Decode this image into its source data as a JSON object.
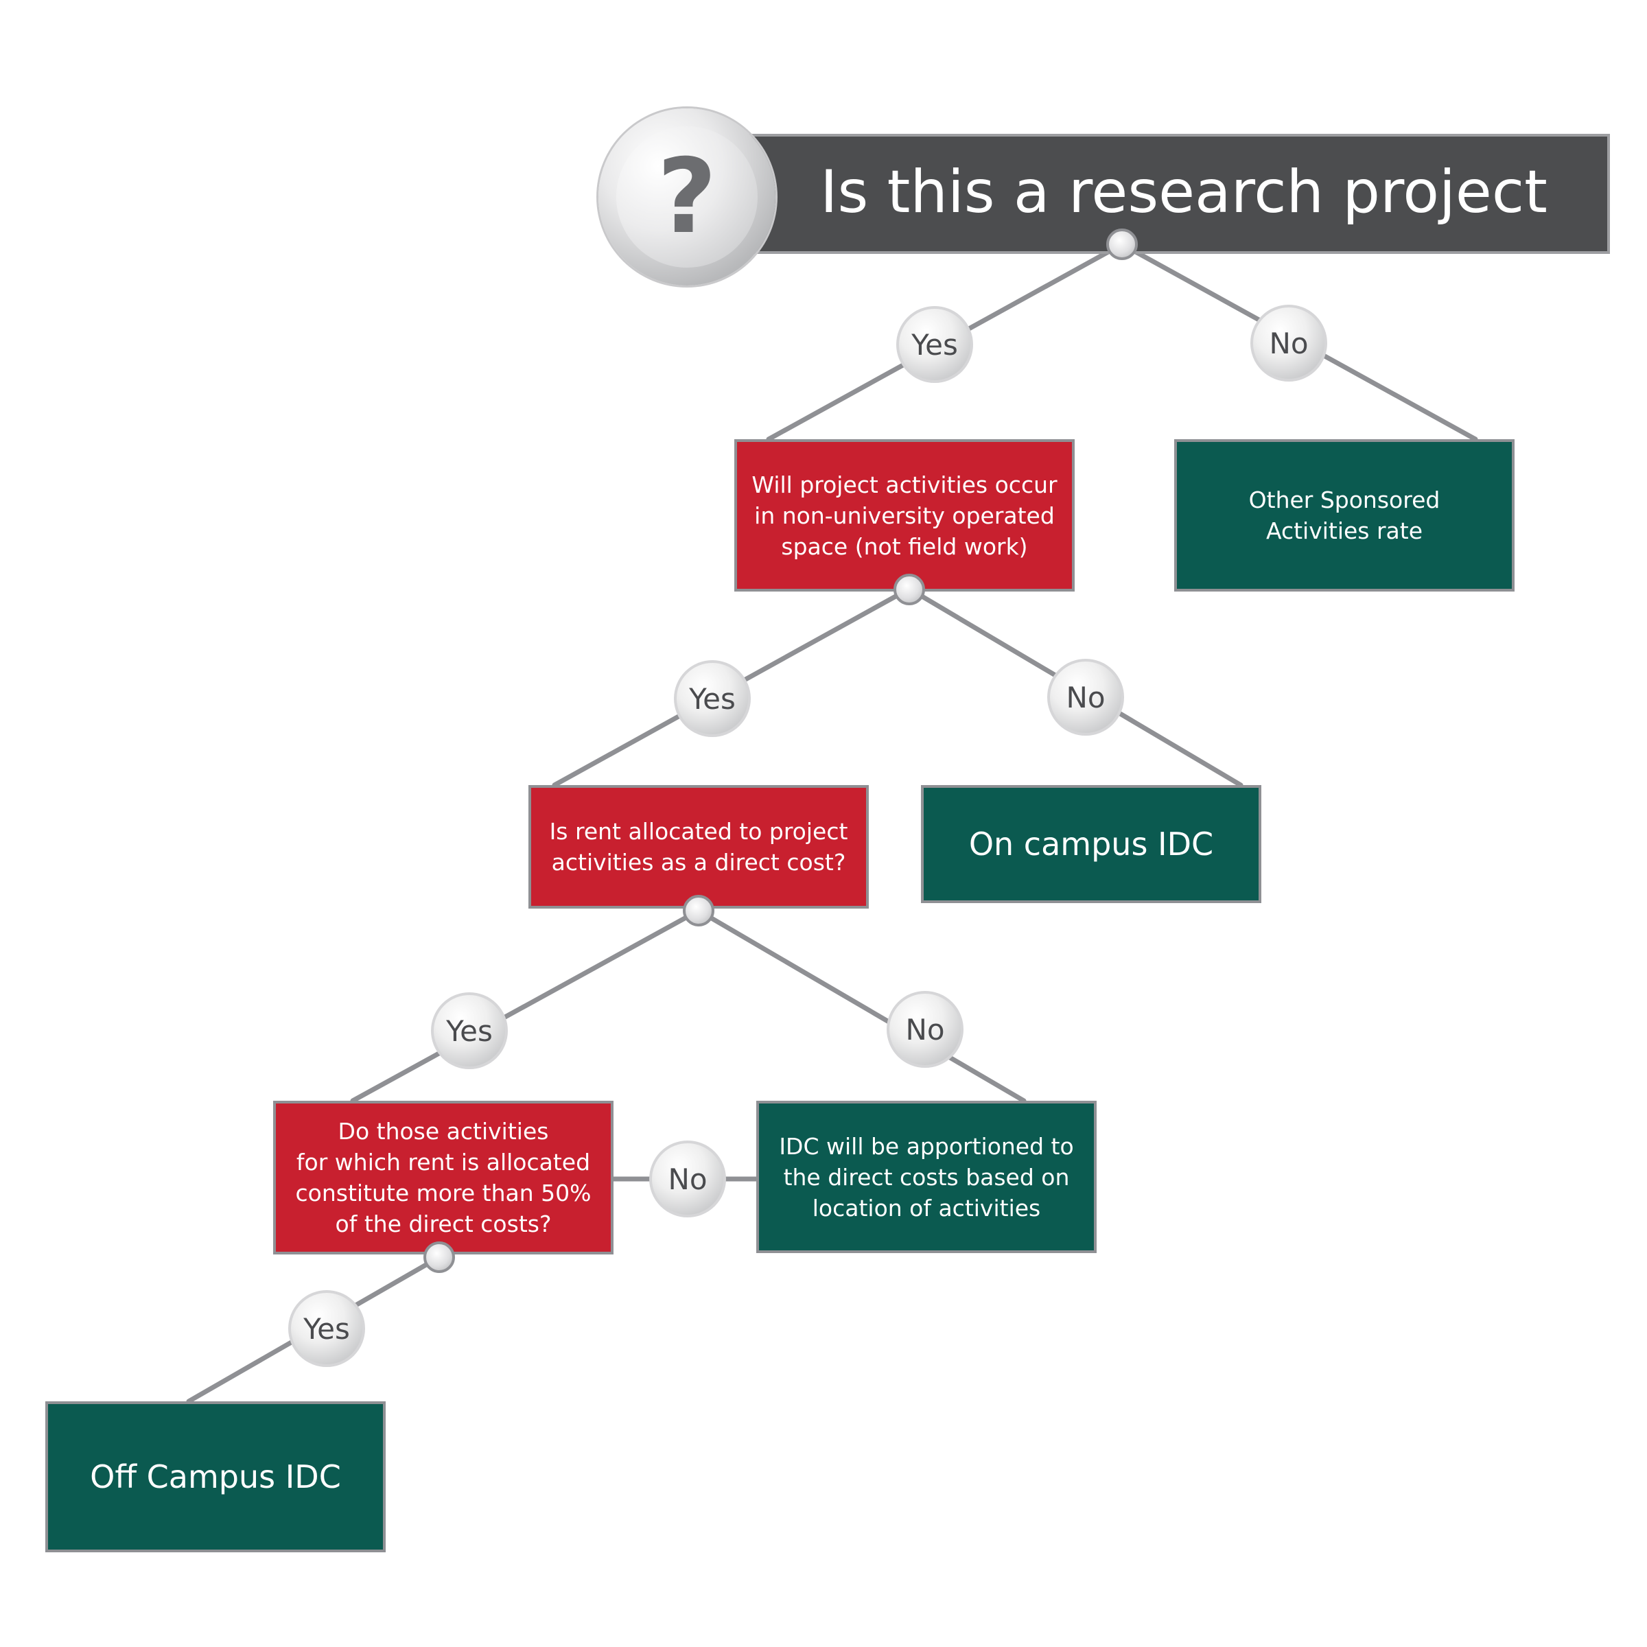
{
  "title": "Is this a research project",
  "title_badge_glyph": "?",
  "colors": {
    "question_box": "#c8202f",
    "result_box": "#0b5a50",
    "title_bar": "#4c4d4f",
    "connector": "#8f9094"
  },
  "questions": {
    "q1": "Will project activities occur\nin non-university operated\nspace (not field work)",
    "q2": "Is rent allocated to project\nactivities as a direct cost?",
    "q3": "Do those activities\nfor which rent is allocated\nconstitute more than 50%\nof the direct costs?"
  },
  "results": {
    "r1": "Other Sponsored\nActivities rate",
    "r2": "On campus IDC",
    "r3": "IDC will be apportioned to\nthe direct costs based on\nlocation of activities",
    "r4": "Off Campus IDC"
  },
  "answers": {
    "a1_yes": "Yes",
    "a1_no": "No",
    "a2_yes": "Yes",
    "a2_no": "No",
    "a3_yes": "Yes",
    "a3_no": "No",
    "a4_no": "No",
    "a4_yes": "Yes"
  }
}
